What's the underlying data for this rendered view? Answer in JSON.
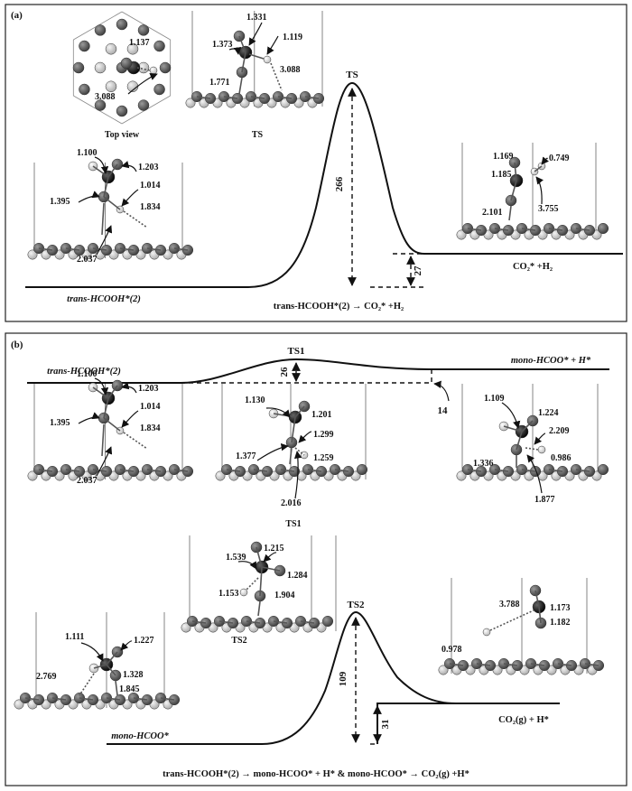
{
  "panel_a": {
    "tag": "(a)",
    "top_view_label": "Top view",
    "ts_label": "TS",
    "ts_peak_label": "TS",
    "barrier": "266",
    "reaction_energy": "27",
    "reactant_label": "trans-HCOOH*(2)",
    "product_label": "CO₂* +H₂",
    "reaction_label": "trans-HCOOH*(2) → CO₂* +H₂",
    "topview_dist": [
      "1.137",
      "3.088"
    ],
    "ts_dist": [
      "1.331",
      "1.373",
      "1.119",
      "1.771",
      "3.088"
    ],
    "reactant_dist": [
      "1.100",
      "1.203",
      "1.014",
      "1.395",
      "1.834",
      "2.037"
    ],
    "product_dist": [
      "1.169",
      "0.749",
      "1.185",
      "2.101",
      "3.755"
    ]
  },
  "panel_b": {
    "tag": "(b)",
    "upper": {
      "reactant_label": "trans-HCOOH*(2)",
      "ts1_peak_label": "TS1",
      "barrier": "26",
      "product_label": "mono-HCOO* + H*",
      "reaction_energy": "14",
      "ts1_label": "TS1",
      "reactant_dist": [
        "1.100",
        "1.203",
        "1.014",
        "1.395",
        "1.834",
        "2.037"
      ],
      "ts1_dist": [
        "1.130",
        "1.201",
        "1.299",
        "1.377",
        "1.259",
        "2.016"
      ],
      "product_dist": [
        "1.109",
        "1.224",
        "2.209",
        "1.336",
        "0.986",
        "1.877"
      ]
    },
    "lower": {
      "ts2_label": "TS2",
      "ts2_peak_label": "TS2",
      "barrier": "109",
      "reaction_energy": "31",
      "reactant_label": "mono-HCOO*",
      "product_label": "CO₂(g)  + H*",
      "ts2_dist": [
        "1.539",
        "1.215",
        "1.284",
        "1.153",
        "1.904"
      ],
      "reactant_dist": [
        "1.111",
        "1.227",
        "2.769",
        "1.328",
        "1.845"
      ],
      "product_dist": [
        "3.788",
        "1.173",
        "0.978",
        "1.182"
      ]
    },
    "reaction_label": "trans-HCOOH*(2) → mono-HCOO* + H* & mono-HCOO* → CO₂(g) +H*"
  },
  "colors": {
    "frame": "#222222",
    "atom_dark": "#4a4a4a",
    "atom_light": "#c8c8c8",
    "carbon": "#111111",
    "hydrogen": "#f2f2f2"
  }
}
